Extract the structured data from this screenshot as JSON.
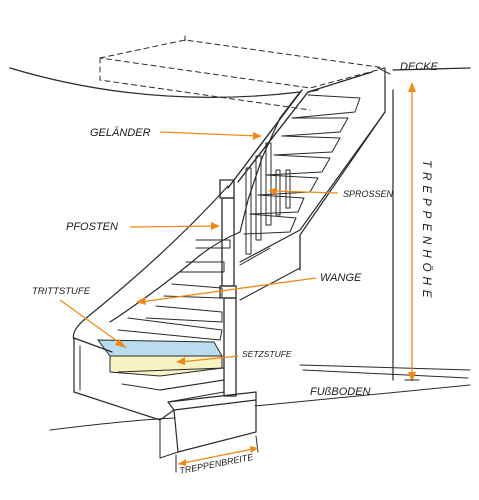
{
  "labels": {
    "ceiling": "DECKE",
    "railing": "GELÄNDER",
    "balusters": "SPROSSEN",
    "newel_post": "PFOSTEN",
    "stringer": "WANGE",
    "tread": "TRITTSTUFE",
    "riser": "SETZSTUFE",
    "floor": "FUßBODEN",
    "stair_width": "TREPPENBREITE",
    "stair_height": "TREPPENHÖHE"
  },
  "colors": {
    "ink": "#2a2a2a",
    "annotation": "#ef8a17",
    "tread_highlight": "#b9dcef",
    "riser_highlight": "#f7f3c4"
  }
}
